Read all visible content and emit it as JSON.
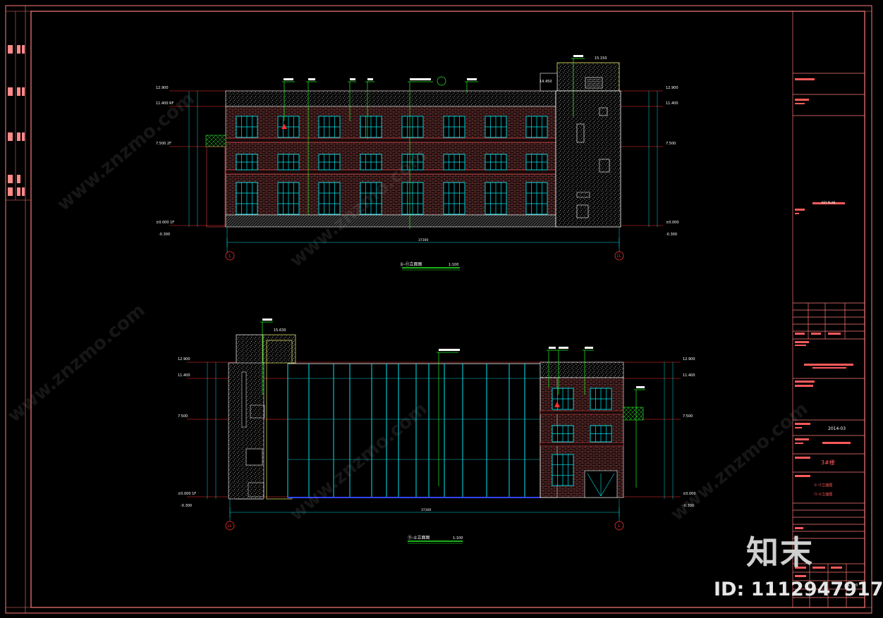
{
  "drawing": {
    "elevation_top": {
      "title": "①-⑪立面图",
      "scale": "1:100",
      "overall_dim": "37300",
      "axis_left": "1",
      "axis_right": "11",
      "levels_left": [
        "12.900",
        "11.400 RF",
        "7.500 2F",
        "±0.000 1F",
        "-0.300"
      ],
      "levels_right": [
        "12.900",
        "11.400",
        "7.500",
        "±0.000",
        "-0.300"
      ],
      "stair_top_level": "15.150",
      "roof_mark": "14.450"
    },
    "elevation_bottom": {
      "title": "⑪-①立面图",
      "scale": "1:100",
      "overall_dim": "37300",
      "axis_left": "11",
      "axis_right": "1",
      "levels_left": [
        "12.900",
        "11.400",
        "7.500",
        "±0.000 1F",
        "-0.300"
      ],
      "levels_right": [
        "12.900",
        "11.400",
        "7.500",
        "±0.000",
        "-0.300"
      ],
      "tower_top_level": "15.630"
    }
  },
  "title_block": {
    "key_plan_label": "KEY PLAN",
    "date": "2014-03",
    "drawing_no": "3#楼",
    "list_item_1": "①-⑪立面图",
    "list_item_2": "⑪-①立面图",
    "scale": "1:100"
  },
  "watermark": {
    "brand": "知末",
    "id_text": "ID: 1112947917",
    "diagonal": "www.znzmo.com"
  },
  "colors": {
    "frame": "#ff7a7a",
    "window": "#00e5ee",
    "leader": "#22ee22",
    "dim": "#00d8e0",
    "level_line": "#ff3030",
    "brick": "#a05050",
    "stone": "#d8d8d8",
    "axis": "#ff3030"
  }
}
